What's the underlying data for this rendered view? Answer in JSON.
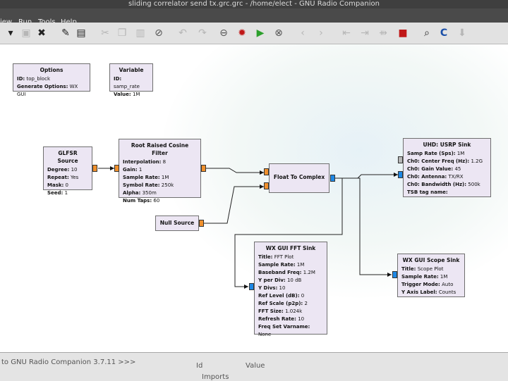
{
  "window": {
    "title": "sliding correlator send tx.grc.grc - /home/elect - GNU Radio Companion"
  },
  "menu": {
    "items": [
      "iew",
      "Run",
      "Tools",
      "Help"
    ]
  },
  "toolbar": {
    "icons": [
      "new-icon",
      "open-icon",
      "close-icon",
      "edit-icon",
      "save-icon",
      "cut-icon",
      "copy-icon",
      "paste-icon",
      "delete-icon",
      "undo-icon",
      "redo-icon",
      "disable-icon",
      "generate-icon",
      "execute-icon",
      "kill-icon",
      "rotate-left-icon",
      "rotate-right-icon",
      "enable-icon",
      "disable-block-icon",
      "bypass-icon",
      "create-hier-icon",
      "find-icon",
      "reload-icon",
      "open-hier-icon"
    ]
  },
  "blocks": {
    "options": {
      "title": "Options",
      "rows": [
        {
          "key": "ID:",
          "value": "top_block"
        },
        {
          "key": "Generate Options:",
          "value": "WX GUI"
        }
      ]
    },
    "variable": {
      "title": "Variable",
      "rows": [
        {
          "key": "ID:",
          "value": "samp_rate"
        },
        {
          "key": "Value:",
          "value": "1M"
        }
      ]
    },
    "glfsr": {
      "title": "GLFSR Source",
      "rows": [
        {
          "key": "Degree:",
          "value": "10"
        },
        {
          "key": "Repeat:",
          "value": "Yes"
        },
        {
          "key": "Mask:",
          "value": "0"
        },
        {
          "key": "Seed:",
          "value": "1"
        }
      ]
    },
    "rrc": {
      "title": "Root Raised Cosine Filter",
      "rows": [
        {
          "key": "Interpolation:",
          "value": "8"
        },
        {
          "key": "Gain:",
          "value": "1"
        },
        {
          "key": "Sample Rate:",
          "value": "1M"
        },
        {
          "key": "Symbol Rate:",
          "value": "250k"
        },
        {
          "key": "Alpha:",
          "value": "350m"
        },
        {
          "key": "Num Taps:",
          "value": "60"
        }
      ]
    },
    "f2c": {
      "title": "Float To Complex"
    },
    "null": {
      "title": "Null Source"
    },
    "usrp": {
      "title": "UHD: USRP Sink",
      "rows": [
        {
          "key": "Samp Rate (Sps):",
          "value": "1M"
        },
        {
          "key": "Ch0: Center Freq (Hz):",
          "value": "1.2G"
        },
        {
          "key": "Ch0: Gain Value:",
          "value": "45"
        },
        {
          "key": "Ch0: Antenna:",
          "value": "TX/RX"
        },
        {
          "key": "Ch0: Bandwidth (Hz):",
          "value": "500k"
        },
        {
          "key": "TSB tag name:",
          "value": ""
        }
      ]
    },
    "fft": {
      "title": "WX GUI FFT Sink",
      "rows": [
        {
          "key": "Title:",
          "value": "FFT Plot"
        },
        {
          "key": "Sample Rate:",
          "value": "1M"
        },
        {
          "key": "Baseband Freq:",
          "value": "1.2M"
        },
        {
          "key": "Y per Div:",
          "value": "10 dB"
        },
        {
          "key": "Y Divs:",
          "value": "10"
        },
        {
          "key": "Ref Level (dB):",
          "value": "0"
        },
        {
          "key": "Ref Scale (p2p):",
          "value": "2"
        },
        {
          "key": "FFT Size:",
          "value": "1.024k"
        },
        {
          "key": "Refresh Rate:",
          "value": "10"
        },
        {
          "key": "Freq Set Varname:",
          "value": "None"
        }
      ]
    },
    "scope": {
      "title": "WX GUI Scope Sink",
      "rows": [
        {
          "key": "Title:",
          "value": "Scope Plot"
        },
        {
          "key": "Sample Rate:",
          "value": "1M"
        },
        {
          "key": "Trigger Mode:",
          "value": "Auto"
        },
        {
          "key": "Y Axis Label:",
          "value": "Counts"
        }
      ]
    }
  },
  "console": {
    "text": "to GNU Radio Companion 3.7.11 >>>"
  },
  "variables_panel": {
    "col_id": "Id",
    "col_value": "Value",
    "imports": "Imports"
  }
}
